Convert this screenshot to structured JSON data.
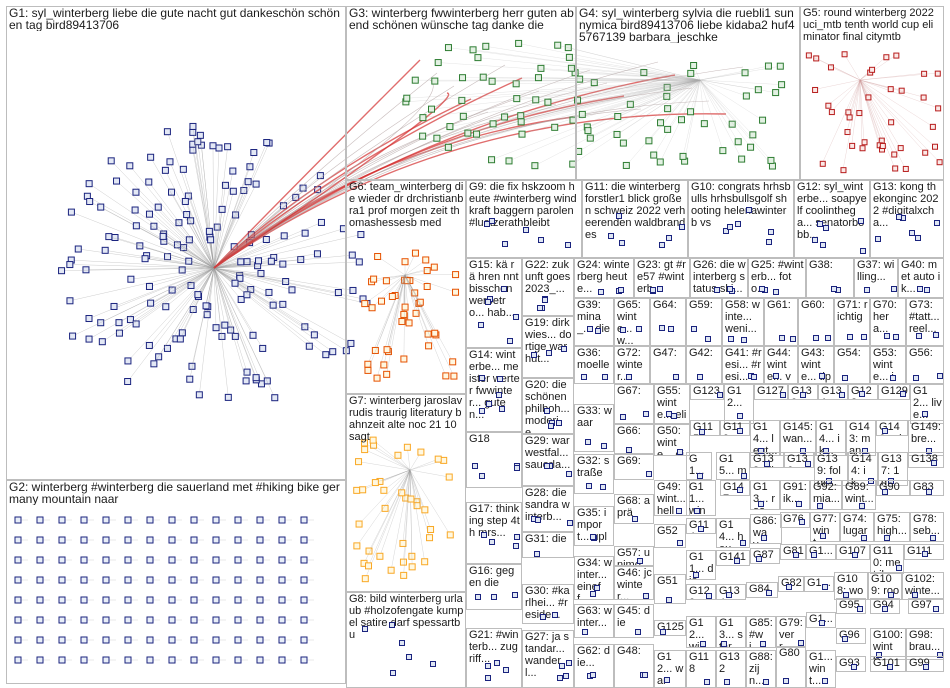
{
  "graph": {
    "groups": [
      {
        "id": "G1",
        "label": "G1: syl_winterberg liebe die gute nacht gut dankeschön schönen tag bird89413706"
      },
      {
        "id": "G2",
        "label": "G2: winterberg #winterberg die sauerland met #hiking bike germany mountain naar"
      },
      {
        "id": "G3",
        "label": "G3: winterberg fwwinterberg herr guten abend schönen wünsche tag danke die"
      },
      {
        "id": "G4",
        "label": "G4: syl_winterberg sylvia die ruebli1 sunnymica bird89413706 liebe kidaba2 huf45767139 barbara_jeschke"
      },
      {
        "id": "G5",
        "label": "G5: round winterberg 2022 uci_mtb tenth world cup eliminator final citymtb"
      },
      {
        "id": "G6",
        "label": "G6: team_winterberg die wieder dr drchristianbra1 prof morgen zeit thomashessesb med"
      },
      {
        "id": "G9",
        "label": "G9: die fix hskzoom heute #winterberg windkraft baggern parolen #luetzerathbleibt"
      },
      {
        "id": "G11",
        "label": "G11: die winterberg forstler1 blick großen schweiz 2022 verheerenden waldbrandes"
      },
      {
        "id": "G10",
        "label": "G10: congrats hrhsbulls hrhsbullsgolf shooting helenawinterb vs"
      },
      {
        "id": "G12",
        "label": "G12: syl_winterbe... soapyelf coolinthega... senatorbobb..."
      },
      {
        "id": "G13",
        "label": "G13: kong thekonginc 2022 #digitalxcha..."
      },
      {
        "id": "G7",
        "label": "G7: winterberg jaroslavrudis traurig literatury bahnzeit alte noc 21 10 sagt"
      },
      {
        "id": "G8",
        "label": "G8: bild winterberg urlaub #holzofengate kumpel satire darf spessartbu"
      },
      {
        "id": "G15",
        "label": "G15: kä rä hren nnt bisschen werbetro... hab..."
      },
      {
        "id": "G22",
        "label": "G22: zukunft goes 2023_..."
      },
      {
        "id": "G24",
        "label": "G24: winterberg heute..."
      },
      {
        "id": "G23",
        "label": "G23: gt #re57 #winterb..."
      },
      {
        "id": "G26",
        "label": "G26: die winterberg status ski..."
      },
      {
        "id": "G25",
        "label": "G25: #winterb... foto..."
      },
      {
        "id": "G38",
        "label": "G38:"
      },
      {
        "id": "G37",
        "label": "G37: willing..."
      },
      {
        "id": "G40",
        "label": "G40: met auto ik..."
      },
      {
        "id": "G19",
        "label": "G19: dirkwies... dortige war hut..."
      },
      {
        "id": "G39",
        "label": "G39: mina_... die"
      },
      {
        "id": "G65",
        "label": "G65: winte... w..."
      },
      {
        "id": "G64",
        "label": "G64:"
      },
      {
        "id": "G59",
        "label": "G59:"
      },
      {
        "id": "G58",
        "label": "G58: winte... weni..."
      },
      {
        "id": "G61",
        "label": "G61:"
      },
      {
        "id": "G60",
        "label": "G60:"
      },
      {
        "id": "G71",
        "label": "G71: richtig"
      },
      {
        "id": "G70",
        "label": "G70: hera..."
      },
      {
        "id": "G73",
        "label": "G73: #tatt... reel..."
      },
      {
        "id": "G14",
        "label": "G14: winterbe... meister werter fwwinter... guten..."
      },
      {
        "id": "G36",
        "label": "G36: moelle"
      },
      {
        "id": "G72",
        "label": "G72: winter..."
      },
      {
        "id": "G47",
        "label": "G47:"
      },
      {
        "id": "G42",
        "label": "G42:"
      },
      {
        "id": "G41",
        "label": "G41: #resi... #resi..."
      },
      {
        "id": "G44",
        "label": "G44: winte... veste..."
      },
      {
        "id": "G43",
        "label": "G43: winte... tipps..."
      },
      {
        "id": "G54",
        "label": "G54:"
      },
      {
        "id": "G53",
        "label": "G53: winte... ik..."
      },
      {
        "id": "G56",
        "label": "G56:"
      },
      {
        "id": "G20",
        "label": "G20: die schönen philboh... moderie..."
      },
      {
        "id": "G67",
        "label": "G67:"
      },
      {
        "id": "G55",
        "label": "G55: winte... elisa..."
      },
      {
        "id": "G123",
        "label": "G123"
      },
      {
        "id": "G12x",
        "label": "G12..."
      },
      {
        "id": "G127",
        "label": "G127"
      },
      {
        "id": "G130",
        "label": "G130"
      },
      {
        "id": "G131",
        "label": "G131"
      },
      {
        "id": "G128",
        "label": "G128"
      },
      {
        "id": "G129",
        "label": "G129"
      },
      {
        "id": "G12y",
        "label": "G12... live..."
      },
      {
        "id": "G33",
        "label": "G33: waar"
      },
      {
        "id": "G66",
        "label": "G66:"
      },
      {
        "id": "G50",
        "label": "G50: winte... gin..."
      },
      {
        "id": "G115",
        "label": "G115"
      },
      {
        "id": "G119",
        "label": "G119"
      },
      {
        "id": "G14a",
        "label": "G14... leut..."
      },
      {
        "id": "G145",
        "label": "G145: wan..."
      },
      {
        "id": "G14b",
        "label": "G14... ik..."
      },
      {
        "id": "G143",
        "label": "G143: man..."
      },
      {
        "id": "G146",
        "label": "G146: wing"
      },
      {
        "id": "G149",
        "label": "G149: bre..."
      },
      {
        "id": "G18",
        "label": "G18"
      },
      {
        "id": "G29",
        "label": "G29: war westfal... sauerla..."
      },
      {
        "id": "G69",
        "label": "G69:"
      },
      {
        "id": "G1x",
        "label": "G1... o ..."
      },
      {
        "id": "G15x",
        "label": "G15... man"
      },
      {
        "id": "G133",
        "label": "G133: die"
      },
      {
        "id": "G136",
        "label": "G136"
      },
      {
        "id": "G139",
        "label": "G139: folge..."
      },
      {
        "id": "G144",
        "label": "G144: ik..."
      },
      {
        "id": "G137",
        "label": "G137: 1g..."
      },
      {
        "id": "G138",
        "label": "G138"
      },
      {
        "id": "G32",
        "label": "G32: straße"
      },
      {
        "id": "G49",
        "label": "G49: wint... hells..."
      },
      {
        "id": "G11a",
        "label": "G11... wint..."
      },
      {
        "id": "G147",
        "label": "G147"
      },
      {
        "id": "G13a",
        "label": "G13... roa..."
      },
      {
        "id": "G91",
        "label": "G91: ik..."
      },
      {
        "id": "G92",
        "label": "G92: mia..."
      },
      {
        "id": "G89",
        "label": "G89: wint..."
      },
      {
        "id": "G90",
        "label": "G90"
      },
      {
        "id": "G83",
        "label": "G83"
      },
      {
        "id": "G28",
        "label": "G28: die sandra winterb..."
      },
      {
        "id": "G68",
        "label": "G68: aprä"
      },
      {
        "id": "G17",
        "label": "G17: thinking step 4th mrs..."
      },
      {
        "id": "G35",
        "label": "G35: import... uplan..."
      },
      {
        "id": "G52",
        "label": "G52"
      },
      {
        "id": "G114",
        "label": "G114"
      },
      {
        "id": "G14c",
        "label": "G14... heu..."
      },
      {
        "id": "G86",
        "label": "G86: way..."
      },
      {
        "id": "G76",
        "label": "G76"
      },
      {
        "id": "G77",
        "label": "G77: wint..."
      },
      {
        "id": "G74",
        "label": "G74: lugar"
      },
      {
        "id": "G75",
        "label": "G75: high..."
      },
      {
        "id": "G78",
        "label": "G78: seb..."
      },
      {
        "id": "G31",
        "label": "G31: die"
      },
      {
        "id": "G57",
        "label": "G57: unimo..."
      },
      {
        "id": "G11b",
        "label": "G11... die"
      },
      {
        "id": "G141",
        "label": "G141"
      },
      {
        "id": "G87",
        "label": "G87"
      },
      {
        "id": "G81",
        "label": "G81"
      },
      {
        "id": "G1y",
        "label": "G1..."
      },
      {
        "id": "G107",
        "label": "G107"
      },
      {
        "id": "G110",
        "label": "G110: met ik"
      },
      {
        "id": "G111",
        "label": "G111"
      },
      {
        "id": "G16",
        "label": "G16: gegen die"
      },
      {
        "id": "G34",
        "label": "G34: winter... eineff..."
      },
      {
        "id": "G46",
        "label": "G46: jc winter..."
      },
      {
        "id": "G51",
        "label": "G51"
      },
      {
        "id": "G120",
        "label": "G120"
      },
      {
        "id": "G134",
        "label": "G134"
      },
      {
        "id": "G84",
        "label": "G84"
      },
      {
        "id": "G82",
        "label": "G82"
      },
      {
        "id": "G1z",
        "label": "G1..."
      },
      {
        "id": "G108",
        "label": "G108: word..."
      },
      {
        "id": "G109",
        "label": "G109: roofs..."
      },
      {
        "id": "G102",
        "label": "G102: winte..."
      },
      {
        "id": "G30",
        "label": "G30: #karlhei... #reside..."
      },
      {
        "id": "G63",
        "label": "G63: winter..."
      },
      {
        "id": "G45",
        "label": "G45: die"
      },
      {
        "id": "G125",
        "label": "G125"
      },
      {
        "id": "G12z",
        "label": "G12... wint..."
      },
      {
        "id": "G13b",
        "label": "G13... star..."
      },
      {
        "id": "G85",
        "label": "G85: #wi..."
      },
      {
        "id": "G79",
        "label": "G79: verr..."
      },
      {
        "id": "G1w",
        "label": "G1..."
      },
      {
        "id": "G95",
        "label": "G95"
      },
      {
        "id": "G94",
        "label": "G94"
      },
      {
        "id": "G97",
        "label": "G97"
      },
      {
        "id": "G21",
        "label": "G21: #winterb... zugriff..."
      },
      {
        "id": "G27",
        "label": "G27: ja standar... wanderl..."
      },
      {
        "id": "G62",
        "label": "G62: die..."
      },
      {
        "id": "G48",
        "label": "G48:"
      },
      {
        "id": "G12w",
        "label": "G12... war"
      },
      {
        "id": "G118",
        "label": "G118"
      },
      {
        "id": "G132",
        "label": "G132"
      },
      {
        "id": "G88",
        "label": "G88: zijn..."
      },
      {
        "id": "G80",
        "label": "G80"
      },
      {
        "id": "G1v",
        "label": "G1... wint..."
      },
      {
        "id": "G96",
        "label": "G96"
      },
      {
        "id": "G93",
        "label": "G93"
      },
      {
        "id": "G100",
        "label": "G100: winte..."
      },
      {
        "id": "G101",
        "label": "G101"
      },
      {
        "id": "G98",
        "label": "G98: brau..."
      },
      {
        "id": "G99",
        "label": "G99"
      }
    ]
  }
}
